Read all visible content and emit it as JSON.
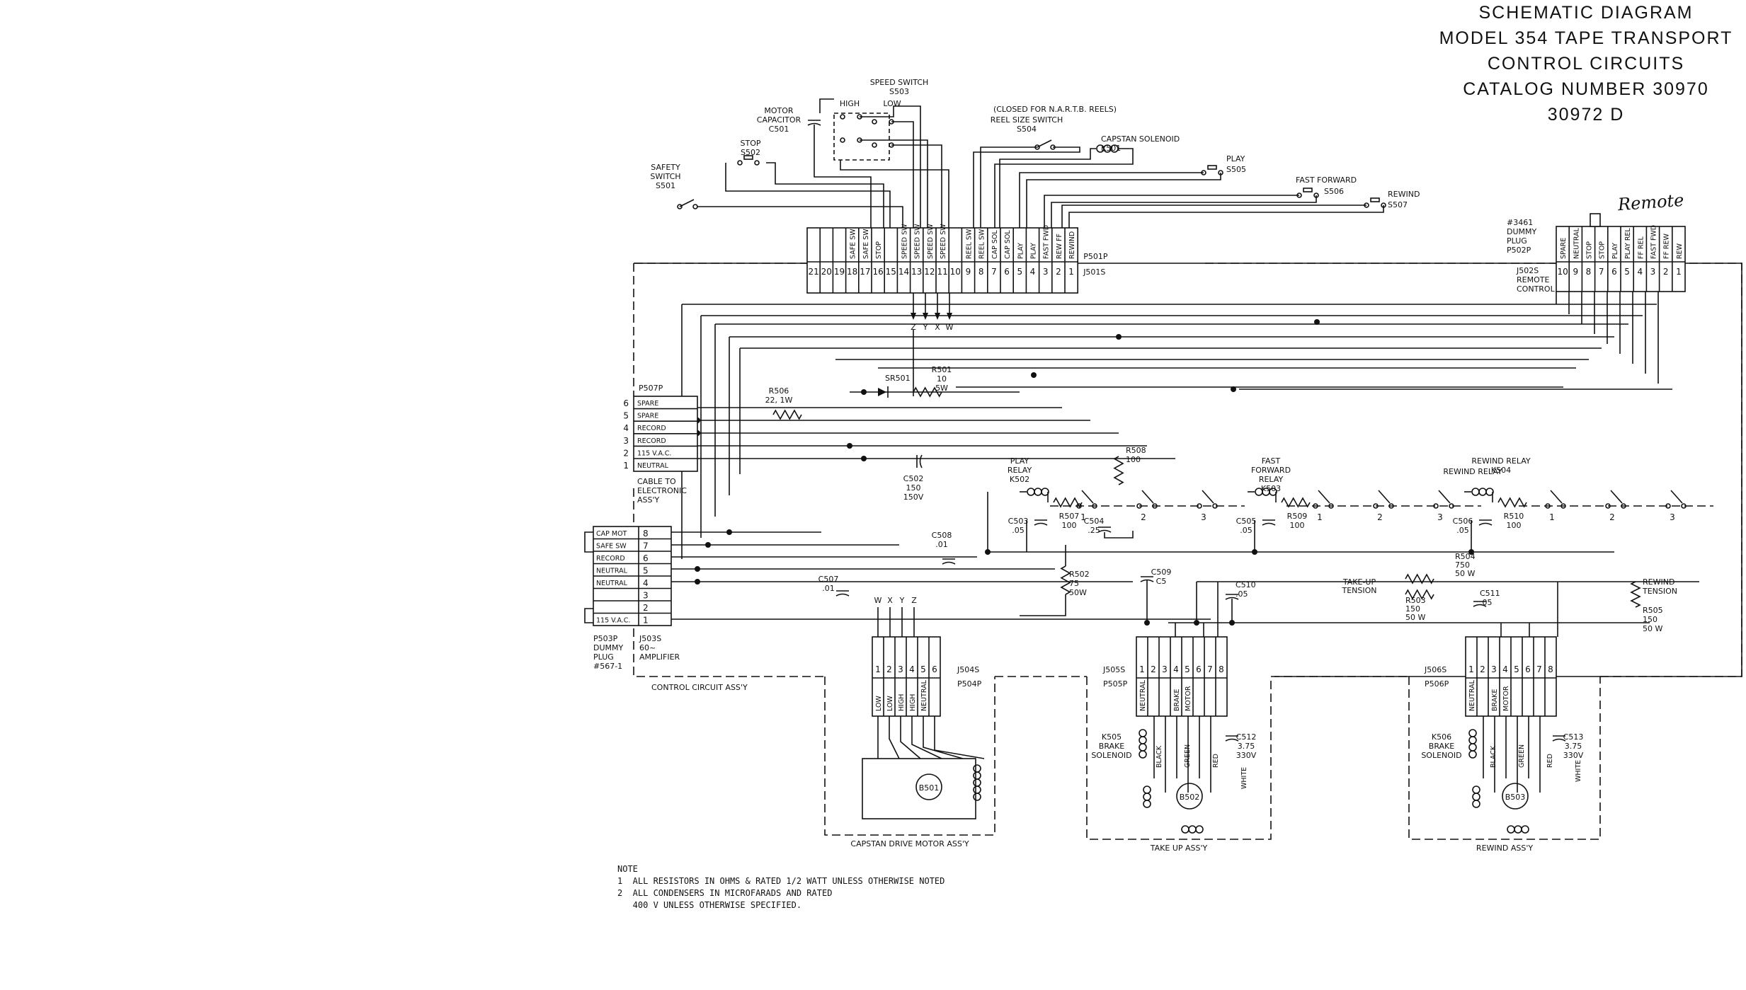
{
  "title": {
    "line1": "SCHEMATIC DIAGRAM",
    "line2": "MODEL 354 TAPE TRANSPORT",
    "line3": "CONTROL CIRCUITS",
    "line4": "CATALOG NUMBER 30970",
    "line5": "30972 D"
  },
  "handwritten_remote": "Remote",
  "switches": {
    "speed": [
      "SPEED SWITCH",
      "S503",
      "HIGH",
      "LOW"
    ],
    "motor_cap": [
      "MOTOR",
      "CAPACITOR",
      "C501"
    ],
    "stop": [
      "STOP",
      "S502"
    ],
    "safety": [
      "SAFETY",
      "SWITCH",
      "S501"
    ],
    "reel_size": [
      "(CLOSED FOR N.A.R.T.B. REELS)",
      "REEL SIZE SWITCH",
      "S504"
    ],
    "capstan_sol": [
      "CAPSTAN SOLENOID",
      "K501"
    ],
    "play": [
      "PLAY",
      "S505"
    ],
    "ff": [
      "FAST FORWARD",
      "S506"
    ],
    "rew": [
      "REWIND",
      "S507"
    ]
  },
  "p501": {
    "plug": "P501P",
    "jack": "J501S",
    "nums": [
      "21",
      "20",
      "19",
      "18",
      "17",
      "16",
      "15",
      "14",
      "13",
      "12",
      "11",
      "10",
      "9",
      "8",
      "7",
      "6",
      "5",
      "4",
      "3",
      "2",
      "1"
    ],
    "names": [
      "",
      "",
      "",
      "SAFE SW",
      "SAFE SW",
      "STOP",
      "",
      "SPEED SW",
      "SPEED SW",
      "SPEED SW",
      "SPEED SW",
      "",
      "REEL SW",
      "REEL SW",
      "CAP SOL",
      "CAP SOL",
      "PLAY",
      "PLAY",
      "FAST FWD",
      "REW FF",
      "REWIND"
    ],
    "arrows": [
      "Z",
      "Y",
      "X",
      "W"
    ]
  },
  "p502": {
    "dummy": [
      "#3461",
      "DUMMY",
      "PLUG",
      "P502P"
    ],
    "jack": [
      "J502S",
      "REMOTE",
      "CONTROL"
    ],
    "nums": [
      "10",
      "9",
      "8",
      "7",
      "6",
      "5",
      "4",
      "3",
      "2",
      "1"
    ],
    "names": [
      "SPARE",
      "NEUTRAL",
      "STOP",
      "STOP",
      "PLAY",
      "PLAY REL",
      "FF REL",
      "FAST FWD",
      "FF REW",
      "REW"
    ]
  },
  "p507": {
    "plug": "P507P",
    "nums": [
      "6",
      "5",
      "4",
      "3",
      "2",
      "1"
    ],
    "names": [
      "SPARE",
      "SPARE",
      "RECORD",
      "RECORD",
      "115 V.A.C.",
      "NEUTRAL"
    ],
    "cable": [
      "CABLE TO",
      "ELECTRONIC",
      "ASS'Y"
    ]
  },
  "p503": {
    "names": [
      "CAP MOT",
      "SAFE SW",
      "RECORD",
      "NEUTRAL",
      "NEUTRAL",
      "",
      "",
      "115 V.A.C."
    ],
    "nums": [
      "8",
      "7",
      "6",
      "5",
      "4",
      "3",
      "2",
      "1"
    ],
    "left": [
      "P503P",
      "DUMMY",
      "PLUG",
      "#567-1"
    ],
    "right": [
      "J503S",
      "60~",
      "AMPLIFIER"
    ]
  },
  "components": {
    "sr501": "SR501",
    "r501": [
      "R501",
      "10",
      "5W"
    ],
    "r506": [
      "R506",
      "22, 1W"
    ],
    "c502": [
      "C502",
      "150",
      "150V"
    ],
    "c508": [
      "C508",
      ".01"
    ],
    "c507": [
      "C507",
      ".01"
    ],
    "wxyz": [
      "W",
      "X",
      "Y",
      "Z"
    ],
    "r508": [
      "R508",
      "100"
    ],
    "play_relay": [
      "PLAY",
      "RELAY",
      "K502"
    ],
    "r507": [
      "R507",
      "100"
    ],
    "c503": [
      "C503",
      ".05"
    ],
    "c504": [
      "C504",
      ".25"
    ],
    "r502": [
      "R502",
      "75",
      "50W"
    ],
    "c509": [
      "C509",
      "C5"
    ],
    "c510": [
      "C510",
      ".05"
    ],
    "ff_relay": [
      "FAST",
      "FORWARD",
      "RELAY",
      "K503"
    ],
    "c505": [
      "C505",
      ".05"
    ],
    "r509": [
      "R509",
      "100"
    ],
    "takeup_tension": [
      "TAKE-UP",
      "TENSION"
    ],
    "r504": [
      "R504",
      "750",
      "50 W"
    ],
    "r503": [
      "R503",
      "150",
      "50 W"
    ],
    "c511": [
      "C511",
      ".05"
    ],
    "rew_relay": [
      "REWIND RELAY",
      "K504"
    ],
    "c506": [
      "C506",
      ".05"
    ],
    "r510": [
      "R510",
      "100"
    ],
    "rew_tension": [
      "REWIND",
      "TENSION"
    ],
    "r505": [
      "R505",
      "150",
      "50 W"
    ],
    "relay_pins": [
      "1",
      "2",
      "3"
    ]
  },
  "capstan": {
    "jack": "J504S",
    "plug": "P504P",
    "nums": [
      "1",
      "2",
      "3",
      "4",
      "5",
      "6"
    ],
    "names": [
      "LOW",
      "LOW",
      "HIGH",
      "HIGH",
      "NEUTRAL",
      ""
    ],
    "motor": "B501",
    "caption": "CAPSTAN DRIVE MOTOR ASS'Y"
  },
  "control_caption": "CONTROL CIRCUIT ASS'Y",
  "takeup": {
    "jack": "J505S",
    "plug": "P505P",
    "nums": [
      "1",
      "2",
      "3",
      "4",
      "5",
      "6",
      "7",
      "8"
    ],
    "names": [
      "NEUTRAL",
      "",
      "",
      "BRAKE",
      "MOTOR",
      "",
      "",
      ""
    ],
    "sol": [
      "K505",
      "BRAKE",
      "SOLENOID"
    ],
    "wires": [
      "BLACK",
      "GREEN",
      "RED",
      "WHITE"
    ],
    "cap": [
      "C512",
      "3.75",
      "330V"
    ],
    "motor": "B502",
    "caption": "TAKE UP ASS'Y"
  },
  "rewind": {
    "jack": "J506S",
    "plug": "P506P",
    "nums": [
      "1",
      "2",
      "3",
      "4",
      "5",
      "6",
      "7",
      "8"
    ],
    "names": [
      "NEUTRAL",
      "",
      "BRAKE",
      "MOTOR",
      "",
      "",
      "",
      ""
    ],
    "sol": [
      "K506",
      "BRAKE",
      "SOLENOID"
    ],
    "wires": [
      "BLACK",
      "GREEN",
      "RED",
      "WHITE"
    ],
    "cap": [
      "C513",
      "3.75",
      "330V"
    ],
    "motor": "B503",
    "caption": "REWIND ASS'Y"
  },
  "note": {
    "head": "NOTE",
    "l1": "1  ALL RESISTORS IN OHMS & RATED 1/2 WATT UNLESS OTHERWISE NOTED",
    "l2": "2  ALL CONDENSERS IN MICROFARADS AND RATED",
    "l3": "   400 V UNLESS OTHERWISE SPECIFIED."
  }
}
